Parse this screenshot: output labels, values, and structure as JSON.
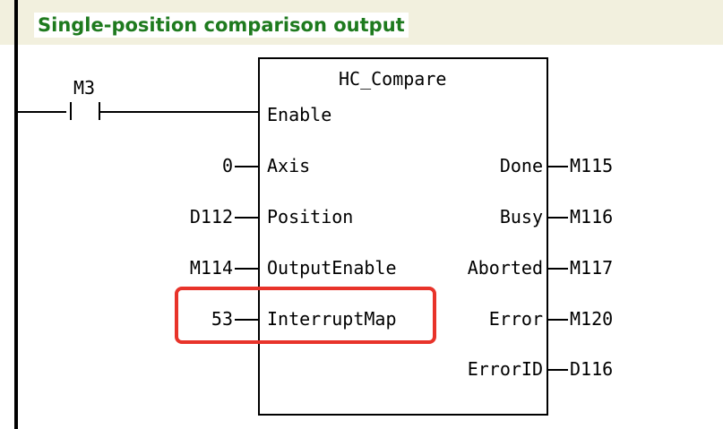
{
  "title": "Single-position comparison output",
  "contact": {
    "label": "M3"
  },
  "block": {
    "name": "HC_Compare",
    "inputs": [
      {
        "pin": "Enable",
        "value": ""
      },
      {
        "pin": "Axis",
        "value": "0"
      },
      {
        "pin": "Position",
        "value": "D112"
      },
      {
        "pin": "OutputEnable",
        "value": "M114"
      },
      {
        "pin": "InterruptMap",
        "value": "53"
      }
    ],
    "outputs": [
      {
        "pin": "Done",
        "value": "M115"
      },
      {
        "pin": "Busy",
        "value": "M116"
      },
      {
        "pin": "Aborted",
        "value": "M117"
      },
      {
        "pin": "Error",
        "value": "M120"
      },
      {
        "pin": "ErrorID",
        "value": "D116"
      }
    ]
  },
  "colors": {
    "title_text": "#1e7a1e",
    "title_background": "#f2f0de",
    "highlight": "#e8332a"
  }
}
